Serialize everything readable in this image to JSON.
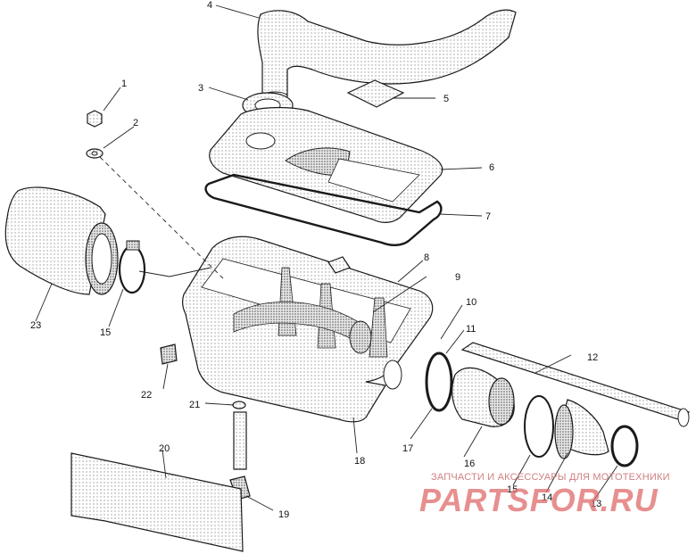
{
  "callouts": [
    "1",
    "2",
    "3",
    "4",
    "5",
    "6",
    "7",
    "8",
    "9",
    "10",
    "11",
    "12",
    "13",
    "14",
    "15",
    "15",
    "16",
    "17",
    "18",
    "19",
    "20",
    "21",
    "22",
    "23"
  ],
  "watermark": {
    "tagline": "ЗАПЧАСТИ И АКСЕССУАРЫ ДЛЯ МОТОТЕХНИКИ",
    "logo": "PARTSFOR.RU"
  }
}
